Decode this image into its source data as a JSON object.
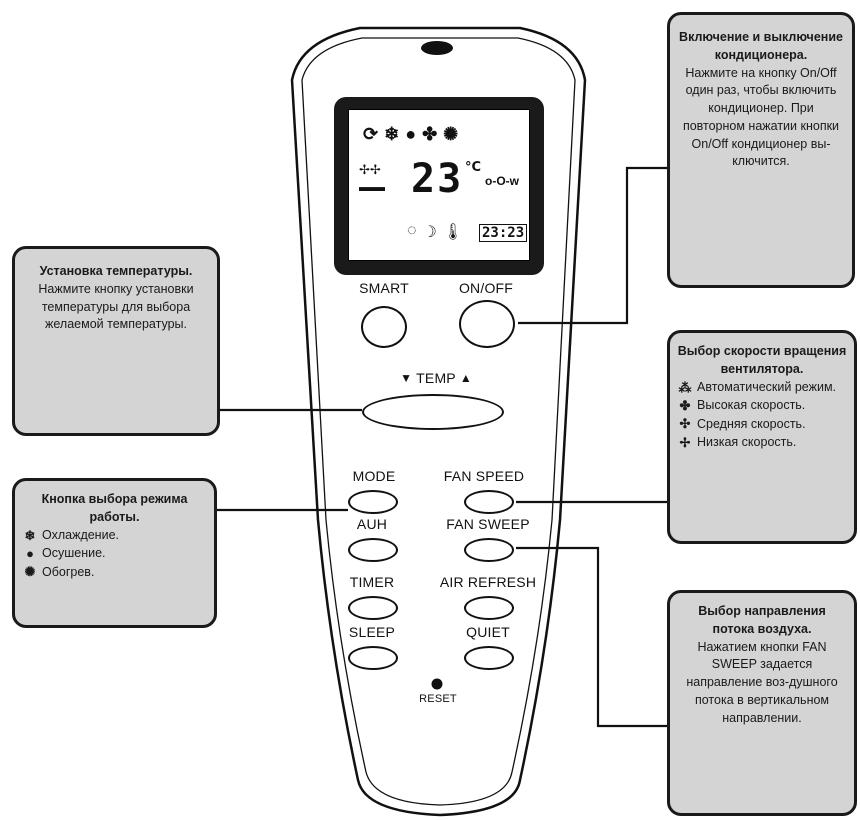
{
  "remote": {
    "buttons": {
      "smart": "SMART",
      "onoff": "ON/OFF",
      "temp": "TEMP",
      "mode": "MODE",
      "fan_speed": "FAN SPEED",
      "auh": "AUH",
      "fan_sweep": "FAN SWEEP",
      "timer": "TIMER",
      "air_refresh": "AIR REFRESH",
      "sleep": "SLEEP",
      "quiet": "QUIET",
      "reset": "RESET"
    },
    "display": {
      "temperature": "23",
      "unit": "°C",
      "clock": "23:23"
    }
  },
  "callouts": {
    "power": {
      "title": "Включение и выключение кондиционера.",
      "body": "Нажмите на кнопку On/Off один раз, чтобы включить кондиционер. При повторном нажатии кнопки On/Off кондиционер вы-ключится."
    },
    "temp": {
      "title": "Установка температуры.",
      "body": "Нажмите кнопку установки температуры для выбора желаемой температуры."
    },
    "fan": {
      "title": "Выбор скорости вращения вентилятора.",
      "items": [
        "Автоматический режим.",
        "Высокая скорость.",
        "Средняя скорость.",
        "Низкая скорость."
      ]
    },
    "mode": {
      "title": "Кнопка выбора режима работы.",
      "items": [
        "Охлаждение.",
        "Осушение.",
        "Обогрев."
      ]
    },
    "sweep": {
      "title": "Выбор направления потока воздуха.",
      "body": "Нажатием кнопки FAN SWEEP задается направление воз-душного потока в вертикальном направлении."
    }
  },
  "colors": {
    "callout_bg": "#d4d4d4",
    "outline": "#1a1a1a",
    "lcd_frame": "#1a1a1a"
  }
}
